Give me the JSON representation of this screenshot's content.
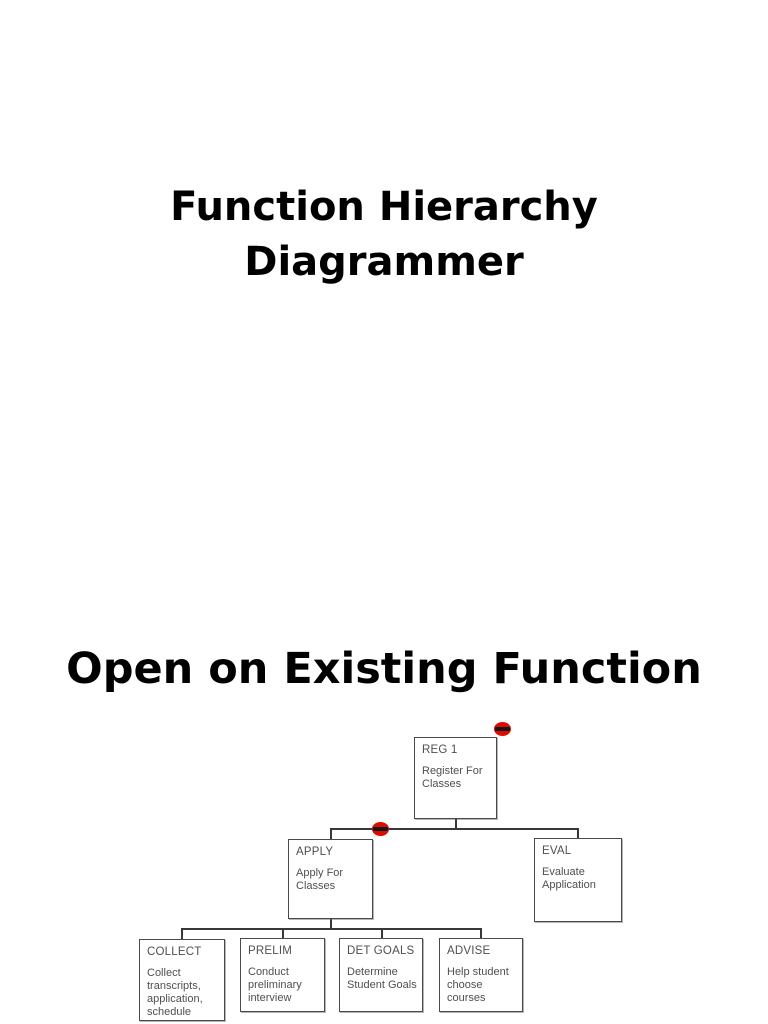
{
  "slide": {
    "title_lines": [
      "Function Hierarchy",
      "Diagrammer"
    ],
    "subtitle": "Open on Existing Function"
  },
  "diagram": {
    "nodes": [
      {
        "id": "REG1",
        "label": "REG 1",
        "desc": "Register For Classes"
      },
      {
        "id": "APPLY",
        "label": "APPLY",
        "desc": "Apply For Classes"
      },
      {
        "id": "EVAL",
        "label": "EVAL",
        "desc": "Evaluate Application"
      },
      {
        "id": "COLLECT",
        "label": "COLLECT",
        "desc": "Collect transcripts, application, schedule"
      },
      {
        "id": "PRELIM",
        "label": "PRELIM",
        "desc": "Conduct preliminary interview"
      },
      {
        "id": "DETGOALS",
        "label": "DET GOALS",
        "desc": "Determine Student Goals"
      },
      {
        "id": "ADVISE",
        "label": "ADVISE",
        "desc": "Help student choose courses"
      }
    ],
    "marker_icon": "collapse-marker",
    "colors": {
      "marker_red": "#dc0d00",
      "marker_bar": "#161616",
      "connector_line": "#383838",
      "box_border": "#4a4a4a",
      "box_text": "#4f4f4f",
      "title_text": "#000000",
      "background": "#ffffff"
    }
  }
}
